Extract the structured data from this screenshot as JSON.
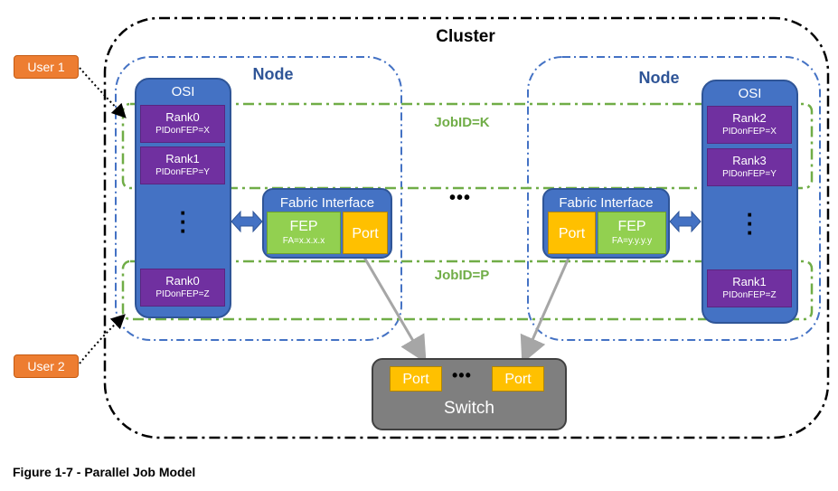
{
  "cluster": {
    "title": "Cluster"
  },
  "nodes": [
    {
      "title": "Node"
    },
    {
      "title": "Node"
    }
  ],
  "jobs": [
    {
      "label": "JobID=K",
      "color": "#70ad47"
    },
    {
      "label": "JobID=P",
      "color": "#70ad47"
    }
  ],
  "left_osi": {
    "title": "OSI",
    "ranks": [
      {
        "name": "Rank0",
        "pid": "PIDonFEP=X"
      },
      {
        "name": "Rank1",
        "pid": "PIDonFEP=Y"
      },
      {
        "name": "Rank0",
        "pid": "PIDonFEP=Z"
      }
    ]
  },
  "right_osi": {
    "title": "OSI",
    "ranks": [
      {
        "name": "Rank2",
        "pid": "PIDonFEP=X"
      },
      {
        "name": "Rank3",
        "pid": "PIDonFEP=Y"
      },
      {
        "name": "Rank1",
        "pid": "PIDonFEP=Z"
      }
    ]
  },
  "left_fi": {
    "title": "Fabric Interface",
    "fep": "FEP",
    "fa": "FA=x.x.x.x",
    "port": "Port"
  },
  "right_fi": {
    "title": "Fabric Interface",
    "fep": "FEP",
    "fa": "FA=y.y.y.y",
    "port": "Port"
  },
  "between_nodes_dots": "•••",
  "switch": {
    "title": "Switch",
    "port_left": "Port",
    "port_right": "Port",
    "dots": "•••"
  },
  "users": [
    {
      "label": "User 1"
    },
    {
      "label": "User 2"
    }
  ],
  "caption": "Figure 1-7 - Parallel Job Model",
  "colors": {
    "osi": "#4472c4",
    "rank": "#7030a0",
    "fep": "#92d050",
    "port": "#ffc000",
    "switch": "#7f7f7f",
    "user": "#ed7d31",
    "node_border": "#4472c4",
    "job_border": "#70ad47"
  }
}
